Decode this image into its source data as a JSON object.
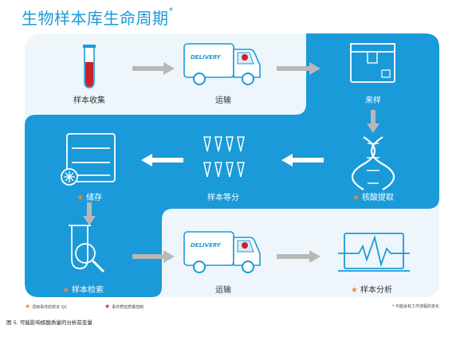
{
  "title": "生物样本库生命周期",
  "title_marker": "*",
  "steps": {
    "collect": "样本收集",
    "transport1": "运输",
    "receive": "来样",
    "extract": "核酸提取",
    "aliquot": "样本等分",
    "store": "储存",
    "retrieve": "样本检索",
    "transport2": "运输",
    "analyze": "样本分析"
  },
  "truck_text": "DELIVERY",
  "legend": {
    "orange_star": "须用事件的样本 QC",
    "red_star": "事件质控质量控制"
  },
  "footnote": "* 可能会有工作流程的变化",
  "caption": "图 5. 可能影响核酸质量的分析前变量",
  "colors": {
    "accent": "#1a9ad8",
    "arrow": "#b8b8b8",
    "star_orange": "#f08a2a",
    "star_red": "#e0322a"
  }
}
